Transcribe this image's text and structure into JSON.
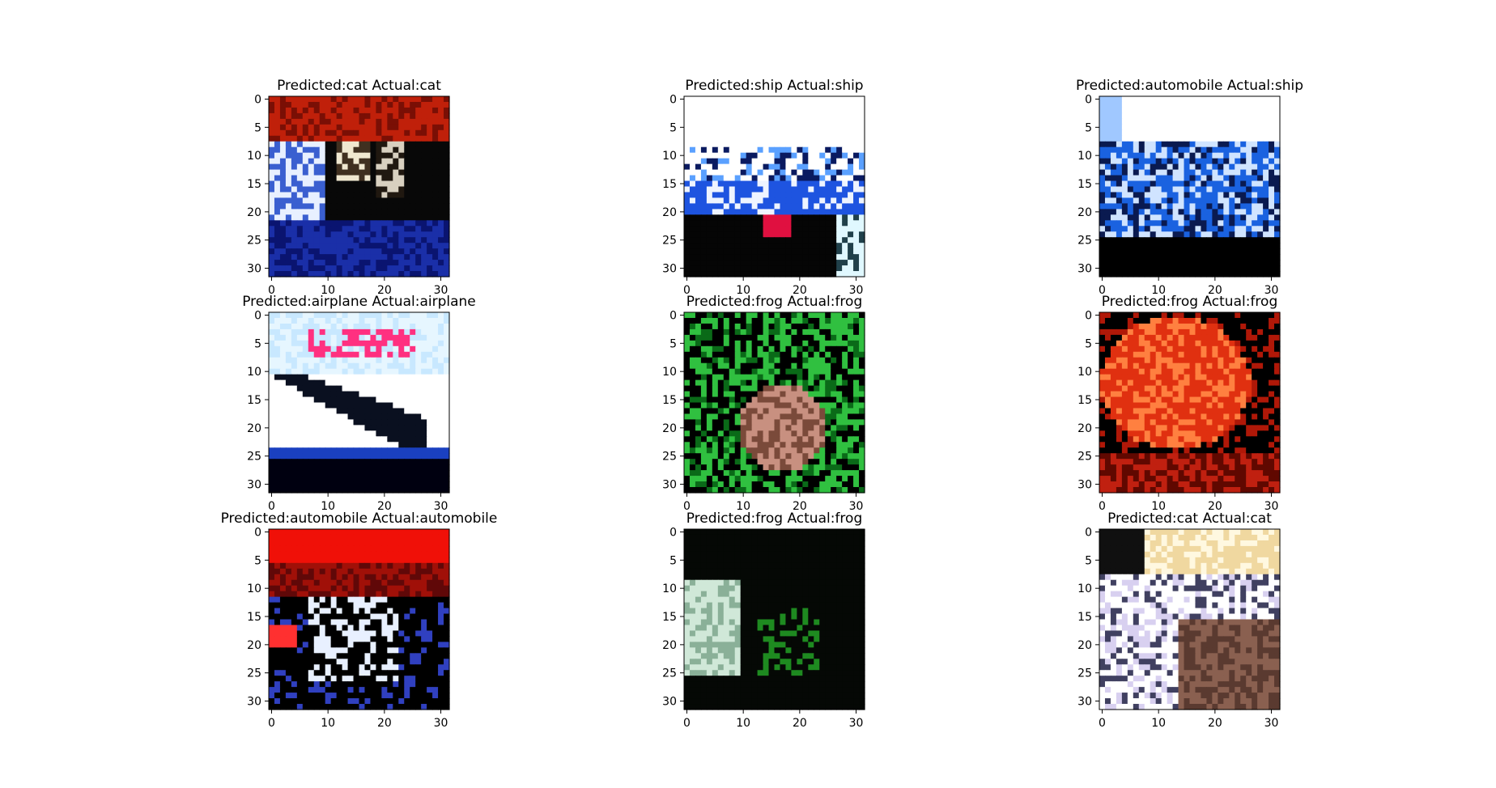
{
  "figure": {
    "panels": [
      {
        "title": "Predicted:cat Actual:cat",
        "predicted": "cat",
        "actual": "cat"
      },
      {
        "title": "Predicted:ship Actual:ship",
        "predicted": "ship",
        "actual": "ship"
      },
      {
        "title": "Predicted:automobile Actual:ship",
        "predicted": "automobile",
        "actual": "ship"
      },
      {
        "title": "Predicted:airplane Actual:airplane",
        "predicted": "airplane",
        "actual": "airplane"
      },
      {
        "title": "Predicted:frog Actual:frog",
        "predicted": "frog",
        "actual": "frog"
      },
      {
        "title": "Predicted:frog Actual:frog",
        "predicted": "frog",
        "actual": "frog"
      },
      {
        "title": "Predicted:automobile Actual:automobile",
        "predicted": "automobile",
        "actual": "automobile"
      },
      {
        "title": "Predicted:frog Actual:frog",
        "predicted": "frog",
        "actual": "frog"
      },
      {
        "title": "Predicted:cat Actual:cat",
        "predicted": "cat",
        "actual": "cat"
      }
    ],
    "image_size": 32,
    "x_ticks": [
      "0",
      "10",
      "20",
      "30"
    ],
    "y_ticks": [
      "0",
      "5",
      "10",
      "15",
      "20",
      "25",
      "30"
    ],
    "axis_color": "#000000"
  }
}
